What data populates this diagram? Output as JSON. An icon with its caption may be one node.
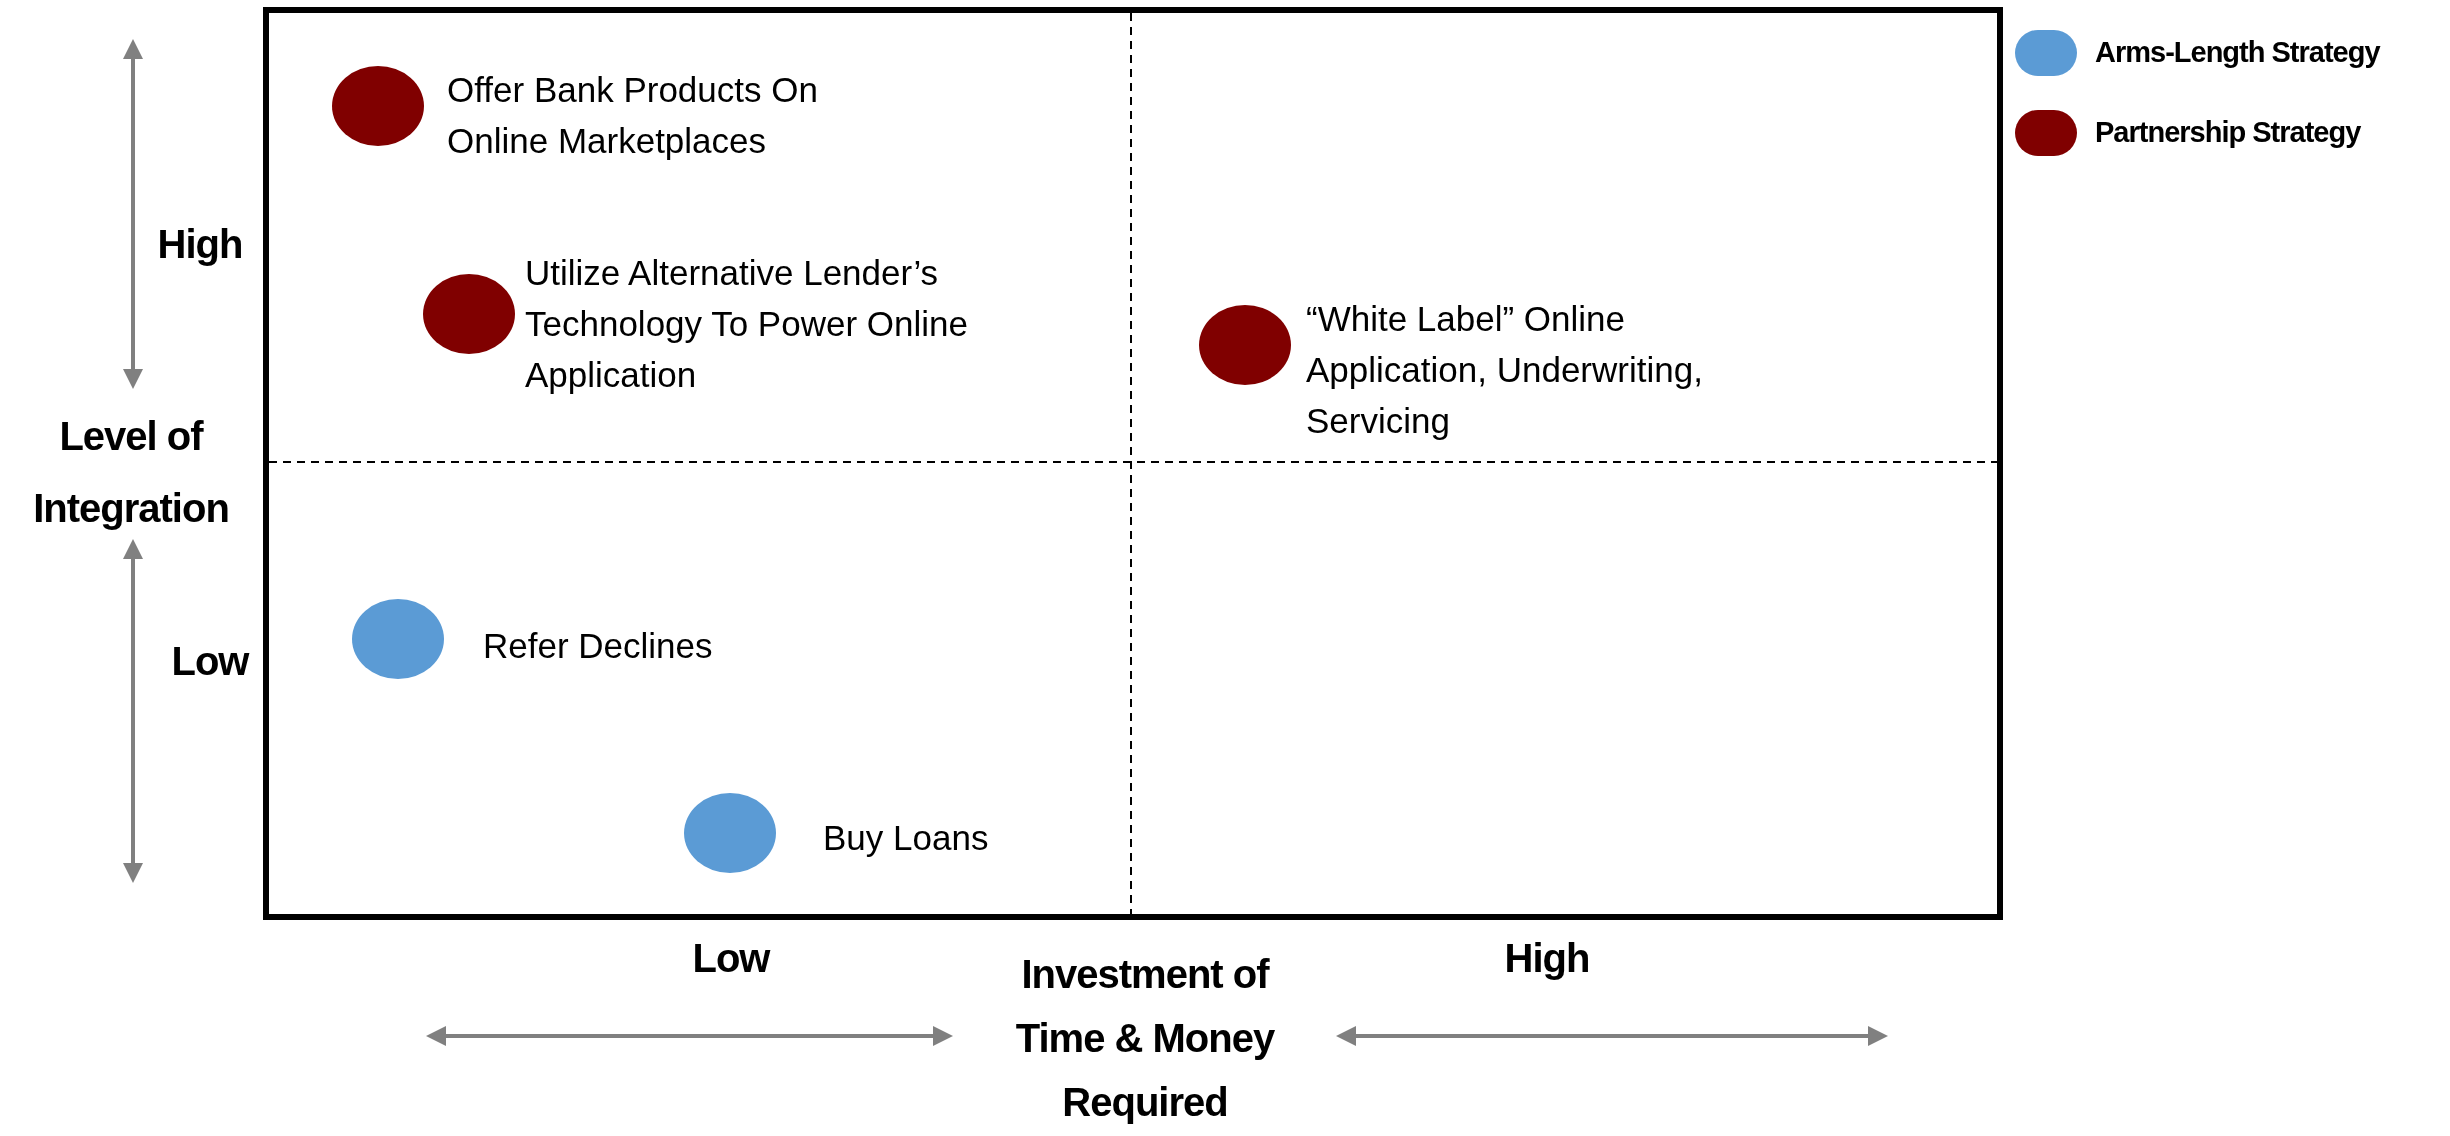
{
  "diagram": {
    "nodes": [
      {
        "text": [],
        "shape": "circle",
        "beside": [
          "Offer Bank Products On Online Marketplaces"
        ]
      },
      {
        "text": [],
        "shape": "circle",
        "beside": [
          "Utilize Alternative Lender’s Technology To Power Online Application"
        ]
      },
      {
        "text": [],
        "shape": "circle",
        "beside": [
          "“White Label” Online Application, Underwriting, Servicing"
        ]
      },
      {
        "text": [],
        "shape": "circle",
        "beside": [
          "Refer Declines"
        ]
      },
      {
        "text": [],
        "shape": "circle",
        "beside": [
          "Buy Loans"
        ]
      }
    ],
    "labels": [
      "High",
      "Level of Integration",
      "Low",
      "Low",
      "Investment of Time & Money Required",
      "High"
    ],
    "legend": [
      {
        "text": "Arms-Length Strategy",
        "color": "#5b9bd5"
      },
      {
        "text": "Partnership Strategy",
        "color": "#800000"
      }
    ]
  }
}
